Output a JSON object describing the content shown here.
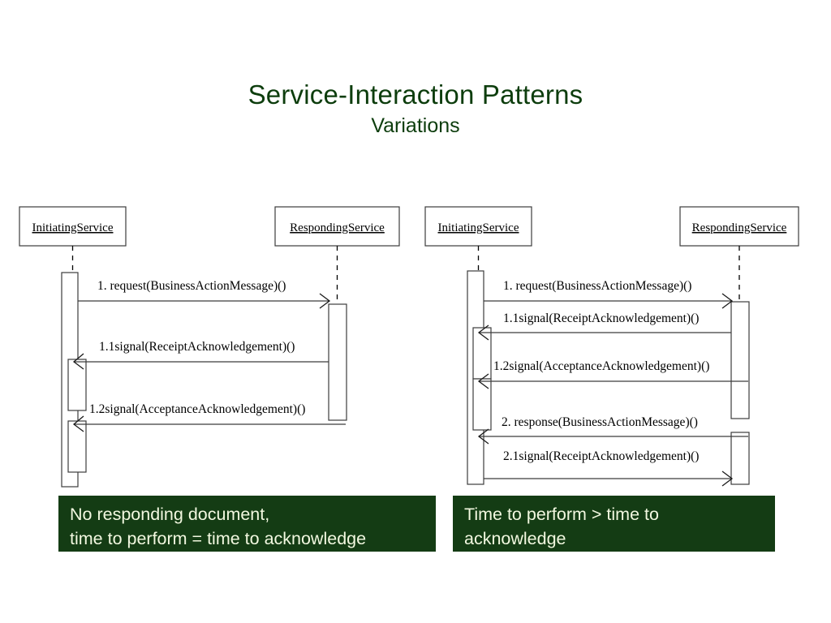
{
  "slide": {
    "title": "Service-Interaction Patterns",
    "subtitle": "Variations",
    "title_color": "#0d3d0d",
    "background_color": "#ffffff"
  },
  "diagrams": [
    {
      "id": "left",
      "lifelines": [
        {
          "name": "InitiatingService",
          "role": "initiator"
        },
        {
          "name": "RespondingService",
          "role": "responder"
        }
      ],
      "messages": [
        {
          "label": "1. request(BusinessActionMessage)()",
          "direction": "right"
        },
        {
          "label": "1.1signal(ReceiptAcknowledgement)()",
          "direction": "left"
        },
        {
          "label": "1.2signal(AcceptanceAcknowledgement)()",
          "direction": "left"
        }
      ],
      "caption": "No responding document,\ntime to perform = time to acknowledge"
    },
    {
      "id": "right",
      "lifelines": [
        {
          "name": "InitiatingService",
          "role": "initiator"
        },
        {
          "name": "RespondingService",
          "role": "responder"
        }
      ],
      "messages": [
        {
          "label": "1. request(BusinessActionMessage)()",
          "direction": "right"
        },
        {
          "label": "1.1signal(ReceiptAcknowledgement)()",
          "direction": "left"
        },
        {
          "label": "1.2signal(AcceptanceAcknowledgement)()",
          "direction": "left"
        },
        {
          "label": "2. response(BusinessActionMessage)()",
          "direction": "left"
        },
        {
          "label": "2.1signal(ReceiptAcknowledgement)()",
          "direction": "right"
        }
      ],
      "caption": "Time to perform > time to\nacknowledge"
    }
  ],
  "captions": {
    "box_color": "#143c14",
    "text_color": "#f2f8e0"
  }
}
